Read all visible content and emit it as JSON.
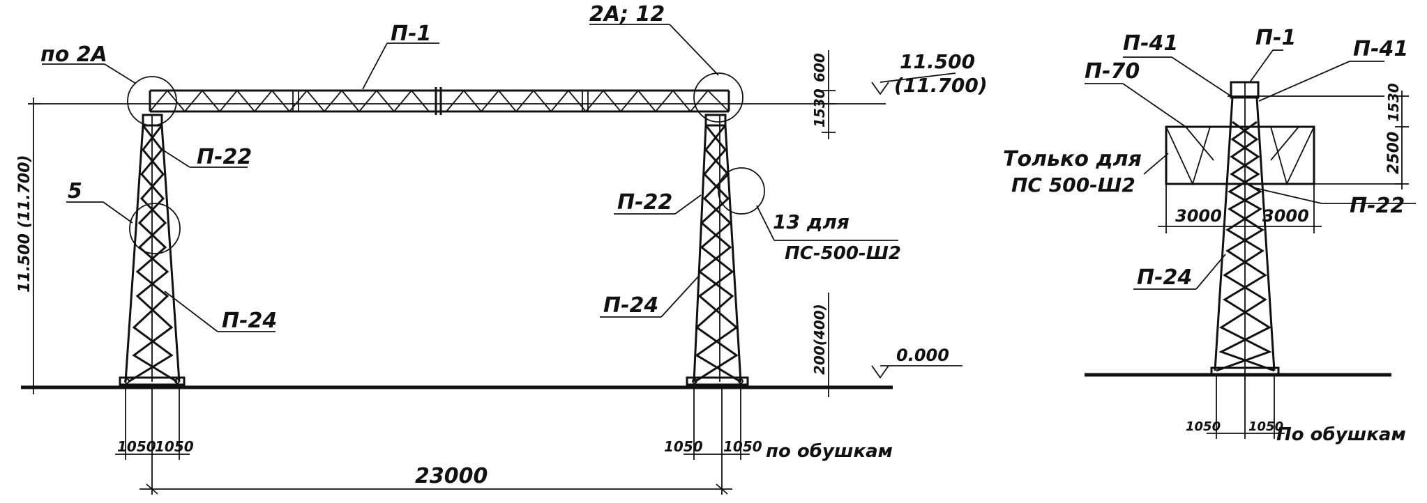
{
  "front_view": {
    "labels": {
      "po_2a": "по 2А",
      "p1_top": "П-1",
      "ref_2a12": "2А; 12",
      "elev_top": "11.500",
      "elev_top_alt": "(11.700)",
      "dim_600": "600",
      "dim_1530_right": "1530",
      "p22_left": "П-22",
      "five": "5",
      "p24_left": "П-24",
      "height_dim": "11.500 (11.700)",
      "p22_right": "П-22",
      "note_13": "13 для",
      "note_ps500": "ПС-500-Ш2",
      "p24_right": "П-24",
      "dim_200": "200(400)",
      "elev_zero": "0.000",
      "base_left_a": "1050",
      "base_left_b": "1050",
      "base_right_a": "1050",
      "base_right_b": "1050",
      "po_obushkam_1": "по обушкам",
      "span": "23000"
    }
  },
  "side_view": {
    "labels": {
      "p41_left": "П-41",
      "p1": "П-1",
      "p41_right": "П-41",
      "p70": "П-70",
      "dim_1530": "1530",
      "dim_2500": "2500",
      "tolko_dlya": "Только для",
      "ps500": "ПС 500-Ш2",
      "dim_3000_a": "3000",
      "dim_3000_b": "3000",
      "p22": "П-22",
      "p24": "П-24",
      "base_a": "1050",
      "base_b": "1050",
      "po_obushkam_2": "По обушкам"
    }
  }
}
